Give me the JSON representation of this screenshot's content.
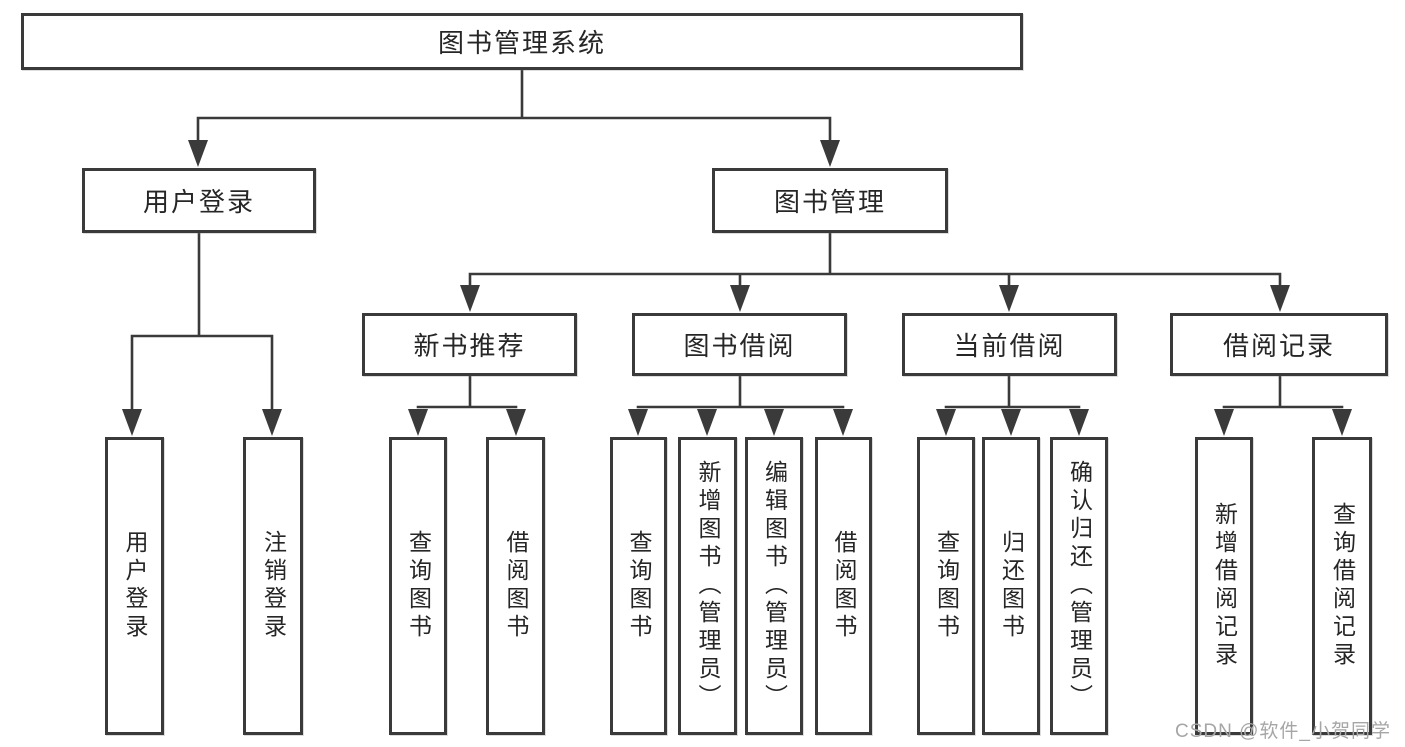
{
  "watermark": "CSDN @软件_小贺同学",
  "colors": {
    "line": "#3a3a3a",
    "box_border": "#3a3a3a",
    "text": "#262626",
    "watermark_text": "#a6a6a6",
    "background": "#ffffff"
  },
  "tree": {
    "label": "图书管理系统",
    "children": [
      {
        "label": "用户登录",
        "children": [
          {
            "label": "用户登录"
          },
          {
            "label": "注销登录"
          }
        ]
      },
      {
        "label": "图书管理",
        "children": [
          {
            "label": "新书推荐",
            "children": [
              {
                "label": "查询图书"
              },
              {
                "label": "借阅图书"
              }
            ]
          },
          {
            "label": "图书借阅",
            "children": [
              {
                "label": "查询图书"
              },
              {
                "label": "新增图书（管理员）"
              },
              {
                "label": "编辑图书（管理员）"
              },
              {
                "label": "借阅图书"
              }
            ]
          },
          {
            "label": "当前借阅",
            "children": [
              {
                "label": "查询图书"
              },
              {
                "label": "归还图书"
              },
              {
                "label": "确认归还（管理员）"
              }
            ]
          },
          {
            "label": "借阅记录",
            "children": [
              {
                "label": "新增借阅记录"
              },
              {
                "label": "查询借阅记录"
              }
            ]
          }
        ]
      }
    ]
  }
}
